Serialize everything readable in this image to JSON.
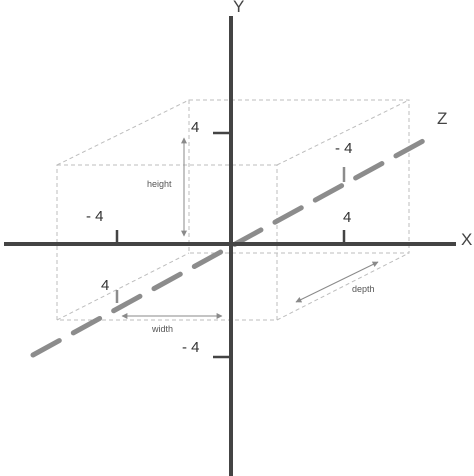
{
  "axes": {
    "x_label": "X",
    "y_label": "Y",
    "z_label": "Z"
  },
  "ticks": {
    "x_negative": "- 4",
    "x_positive": "4",
    "y_positive": "4",
    "y_negative": "- 4",
    "z_negative": "4",
    "z_positive": "- 4"
  },
  "dimensions": {
    "height": "height",
    "width": "width",
    "depth": "depth"
  },
  "colors": {
    "axis": "#444444",
    "z_axis": "#8c8c8c",
    "box_edges": "#bdbdbd",
    "dimension_arrows": "#8a8a8a"
  }
}
